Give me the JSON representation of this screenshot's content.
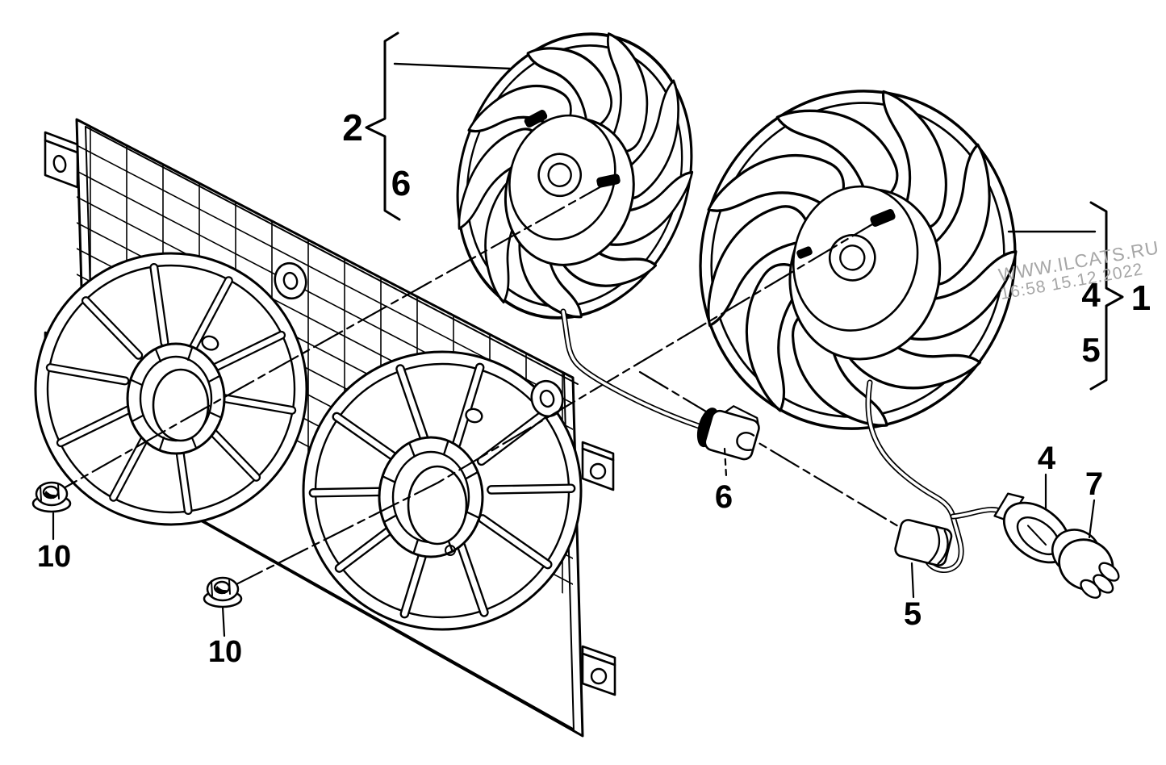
{
  "diagram": {
    "description": "Radiator cooling fan exploded parts diagram",
    "colors": {
      "ink": "#000000",
      "background": "#ffffff"
    },
    "watermark": {
      "line1": "WWW.ILCATS.RU",
      "line2": "16:58 15.12.2022",
      "color": "#a6a6a6"
    },
    "callouts": {
      "small_fan_group": "2",
      "small_fan_group_item": "6",
      "large_fan_group": "1",
      "large_fan_group_item_a": "4",
      "large_fan_group_item_b": "5",
      "grommet": "6",
      "harness_connector": "5",
      "flat_connector": "4",
      "round_connector": "7",
      "nut_front": "10",
      "nut_rear": "10"
    }
  }
}
